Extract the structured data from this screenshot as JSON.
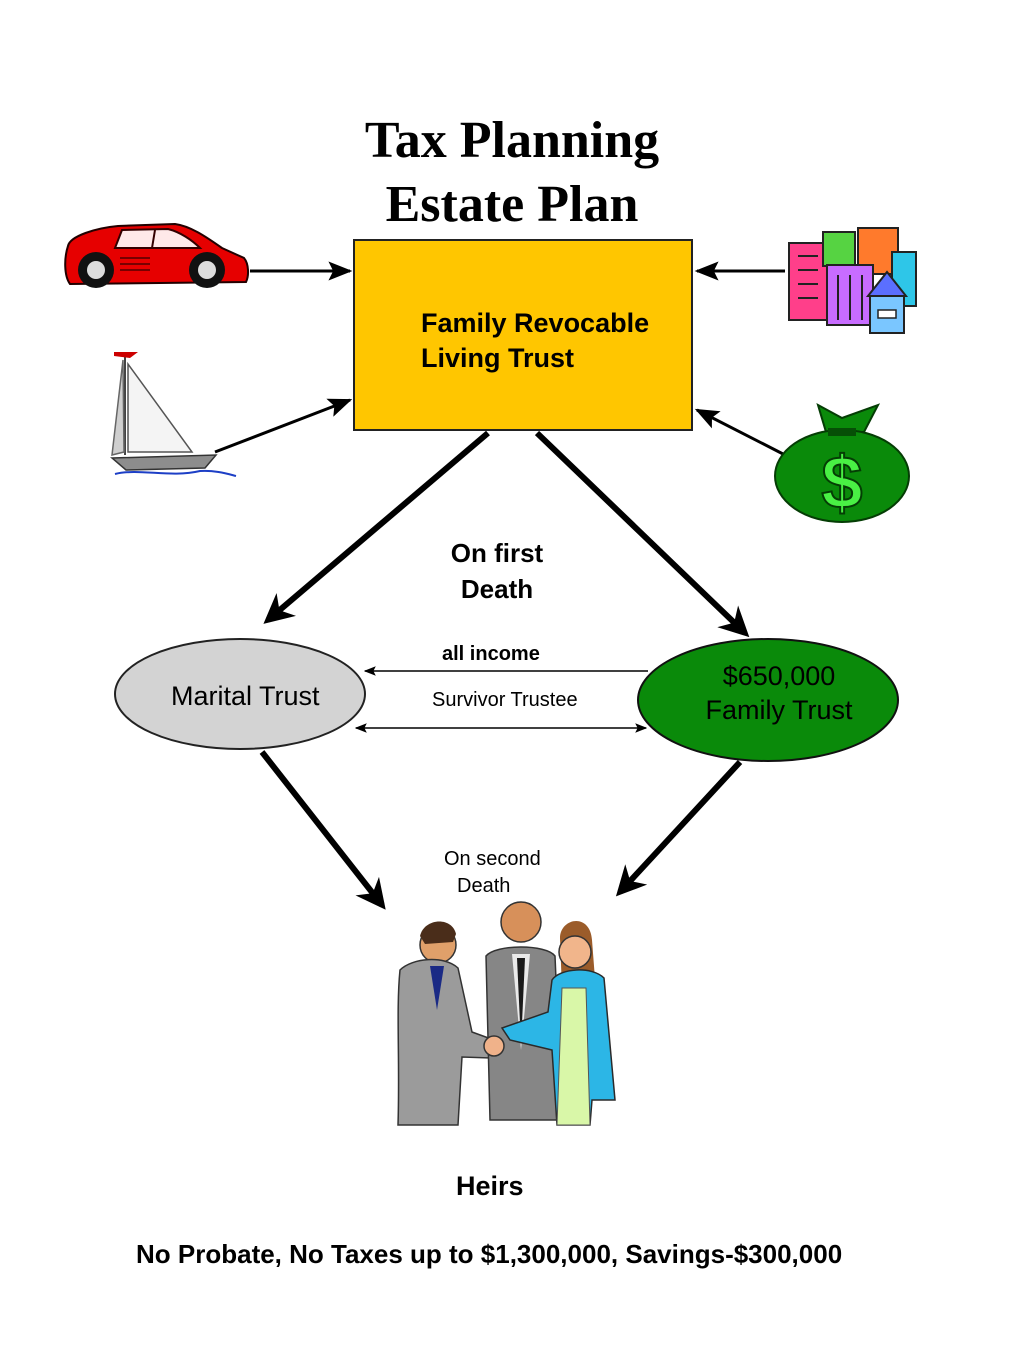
{
  "title": {
    "line1": "Tax Planning",
    "line2": "Estate Plan"
  },
  "trust_box": {
    "line1": "Family Revocable",
    "line2": "Living Trust",
    "color": "#ffc600"
  },
  "first_death": {
    "line1": "On first",
    "line2": "Death"
  },
  "marital_trust": {
    "label": "Marital Trust",
    "color": "#d3d3d3"
  },
  "family_trust": {
    "amount": "$650,000",
    "label": "Family Trust",
    "color": "#0a8a0a"
  },
  "flows": {
    "income": "all income",
    "trustee": "Survivor Trustee"
  },
  "second_death": {
    "line1": "On second",
    "line2": "Death"
  },
  "heirs": "Heirs",
  "footer": "No Probate, No Taxes up to $1,300,000,  Savings-$300,000",
  "icons": [
    "car-icon",
    "sailboat-icon",
    "buildings-icon",
    "money-bag-icon",
    "people-handshake-icon"
  ]
}
